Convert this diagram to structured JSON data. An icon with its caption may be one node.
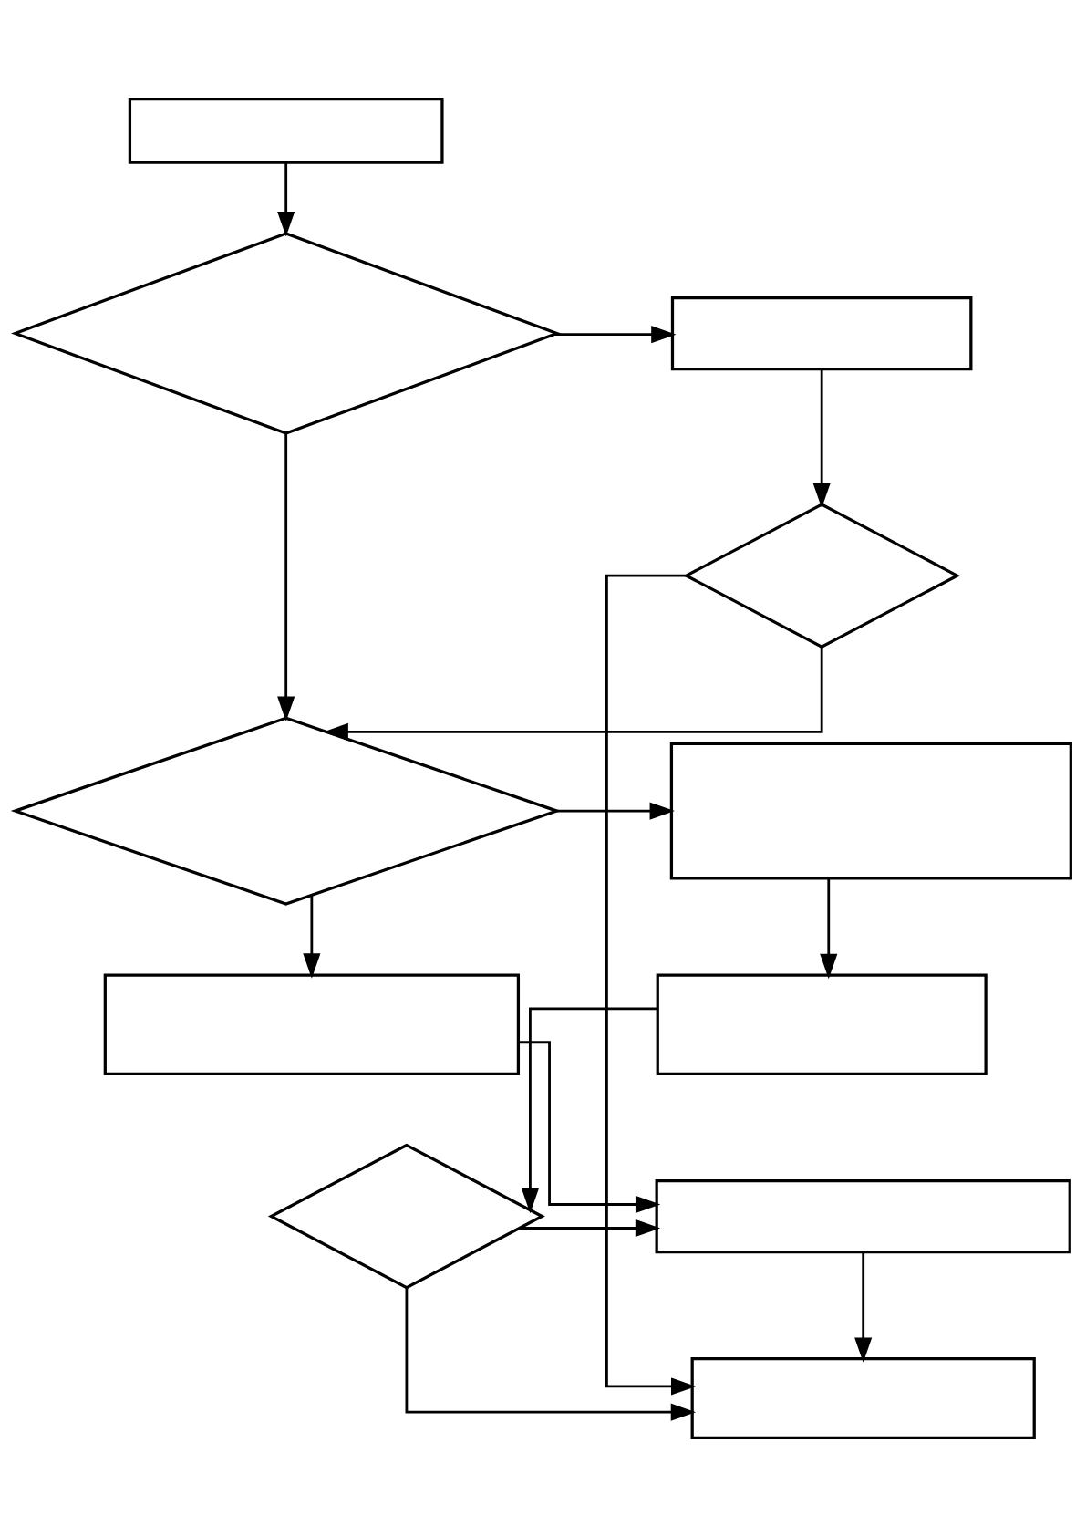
{
  "diagram": {
    "nodes": [
      {
        "text": [],
        "shape": "box"
      },
      {
        "text": [],
        "shape": "diamond"
      },
      {
        "text": [],
        "shape": "box"
      },
      {
        "text": [],
        "shape": "diamond"
      },
      {
        "text": [],
        "shape": "diamond"
      },
      {
        "text": [],
        "shape": "box"
      },
      {
        "text": [],
        "shape": "box"
      },
      {
        "text": [],
        "shape": "box"
      },
      {
        "text": [],
        "shape": "diamond"
      },
      {
        "text": [],
        "shape": "box"
      },
      {
        "text": [],
        "shape": "box"
      }
    ],
    "edges": [
      {
        "from": 0,
        "to": 1,
        "arrow": "to"
      },
      {
        "from": 1,
        "to": 2,
        "arrow": "to"
      },
      {
        "from": 2,
        "to": 3,
        "arrow": "to"
      },
      {
        "from": 1,
        "to": 4,
        "arrow": "to"
      },
      {
        "from": 3,
        "to": 4,
        "arrow": "to"
      },
      {
        "from": 4,
        "to": 5,
        "arrow": "to"
      },
      {
        "from": 4,
        "to": 6,
        "arrow": "to"
      },
      {
        "from": 5,
        "to": 7,
        "arrow": "to"
      },
      {
        "from": 6,
        "to": 9,
        "arrow": "to"
      },
      {
        "from": 7,
        "to": 8,
        "arrow": "to"
      },
      {
        "from": 8,
        "to": 9,
        "arrow": "to"
      },
      {
        "from": 9,
        "to": 10,
        "arrow": "to"
      },
      {
        "from": 8,
        "to": 10,
        "arrow": "to"
      },
      {
        "from": 3,
        "to": 10,
        "arrow": "to"
      }
    ]
  }
}
